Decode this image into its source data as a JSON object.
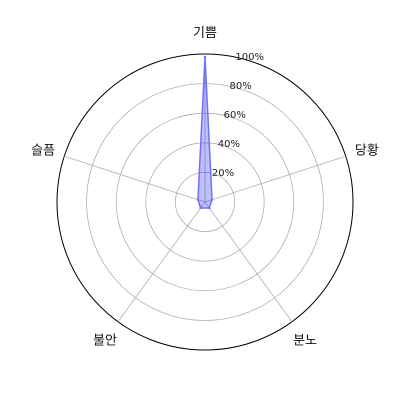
{
  "chart_data": {
    "type": "radar",
    "categories": [
      "기쁨",
      "당황",
      "분노",
      "불안",
      "슬픔"
    ],
    "series": [
      {
        "values": [
          98,
          5,
          5,
          5,
          5
        ]
      }
    ],
    "rlim": [
      0,
      100
    ],
    "r_ticks": [
      20,
      40,
      60,
      80,
      100
    ],
    "r_tick_labels": [
      "20%",
      "40%",
      "60%",
      "80%",
      "100%"
    ],
    "grid": true,
    "fill_color": "#0000ff",
    "fill_opacity": 0.25,
    "line_color": "#7070ff"
  }
}
